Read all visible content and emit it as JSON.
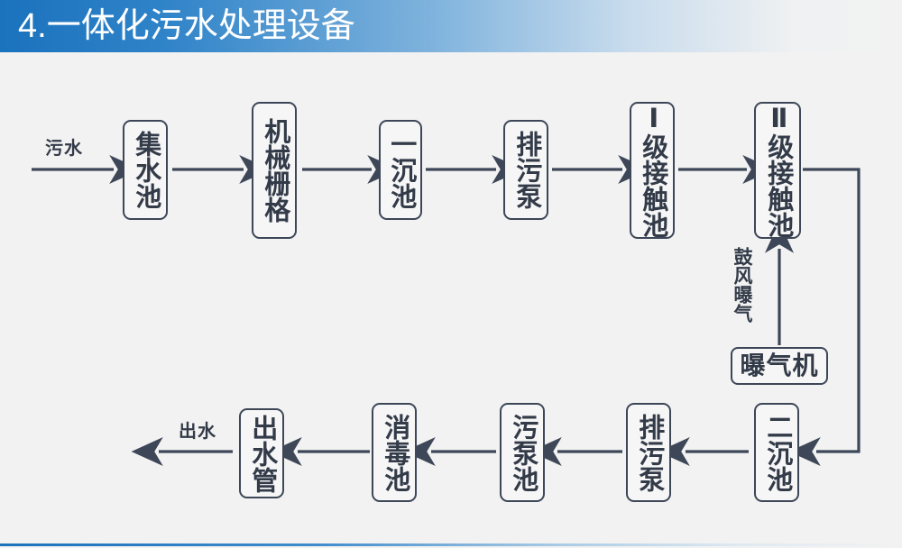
{
  "header": {
    "title": "4.一体化污水处理设备",
    "accent_color": "#1b72bd",
    "title_color": "#ffffff"
  },
  "canvas": {
    "background_color": "#f2f2f2",
    "line_color": "#3d4758",
    "box_border_color": "#3d4758",
    "box_fill_color": "#f6f6f6",
    "text_color": "#333b49"
  },
  "diagram": {
    "type": "process-flow",
    "inlet_label": "污水",
    "outlet_label": "出水",
    "aeration_label": "鼓风曝气",
    "nodes": [
      {
        "id": "n1",
        "label": "集水池",
        "row": "top",
        "orientation": "vertical"
      },
      {
        "id": "n2",
        "label": "机械栅格",
        "row": "top",
        "orientation": "vertical"
      },
      {
        "id": "n3",
        "label": "一沉池",
        "row": "top",
        "orientation": "vertical"
      },
      {
        "id": "n4",
        "label": "排污泵",
        "row": "top",
        "orientation": "vertical"
      },
      {
        "id": "n5",
        "label": "Ⅰ级接触池",
        "row": "top",
        "orientation": "vertical"
      },
      {
        "id": "n6",
        "label": "Ⅱ级接触池",
        "row": "top",
        "orientation": "vertical"
      },
      {
        "id": "n7",
        "label": "曝气机",
        "row": "middle",
        "orientation": "horizontal"
      },
      {
        "id": "n8",
        "label": "二沉池",
        "row": "bottom",
        "orientation": "vertical"
      },
      {
        "id": "n9",
        "label": "排污泵",
        "row": "bottom",
        "orientation": "vertical"
      },
      {
        "id": "n10",
        "label": "污泵池",
        "row": "bottom",
        "orientation": "vertical"
      },
      {
        "id": "n11",
        "label": "消毒池",
        "row": "bottom",
        "orientation": "vertical"
      },
      {
        "id": "n12",
        "label": "出水管",
        "row": "bottom",
        "orientation": "vertical"
      }
    ],
    "edges": [
      {
        "from": "inlet",
        "to": "n1",
        "label": "污水"
      },
      {
        "from": "n1",
        "to": "n2",
        "label": ""
      },
      {
        "from": "n2",
        "to": "n3",
        "label": ""
      },
      {
        "from": "n3",
        "to": "n4",
        "label": ""
      },
      {
        "from": "n4",
        "to": "n5",
        "label": ""
      },
      {
        "from": "n5",
        "to": "n6",
        "label": ""
      },
      {
        "from": "n6",
        "to": "n8",
        "label": ""
      },
      {
        "from": "n7",
        "to": "n6",
        "label": "鼓风曝气"
      },
      {
        "from": "n8",
        "to": "n9",
        "label": ""
      },
      {
        "from": "n9",
        "to": "n10",
        "label": ""
      },
      {
        "from": "n10",
        "to": "n11",
        "label": ""
      },
      {
        "from": "n11",
        "to": "n12",
        "label": ""
      },
      {
        "from": "n12",
        "to": "outlet",
        "label": "出水"
      }
    ]
  }
}
